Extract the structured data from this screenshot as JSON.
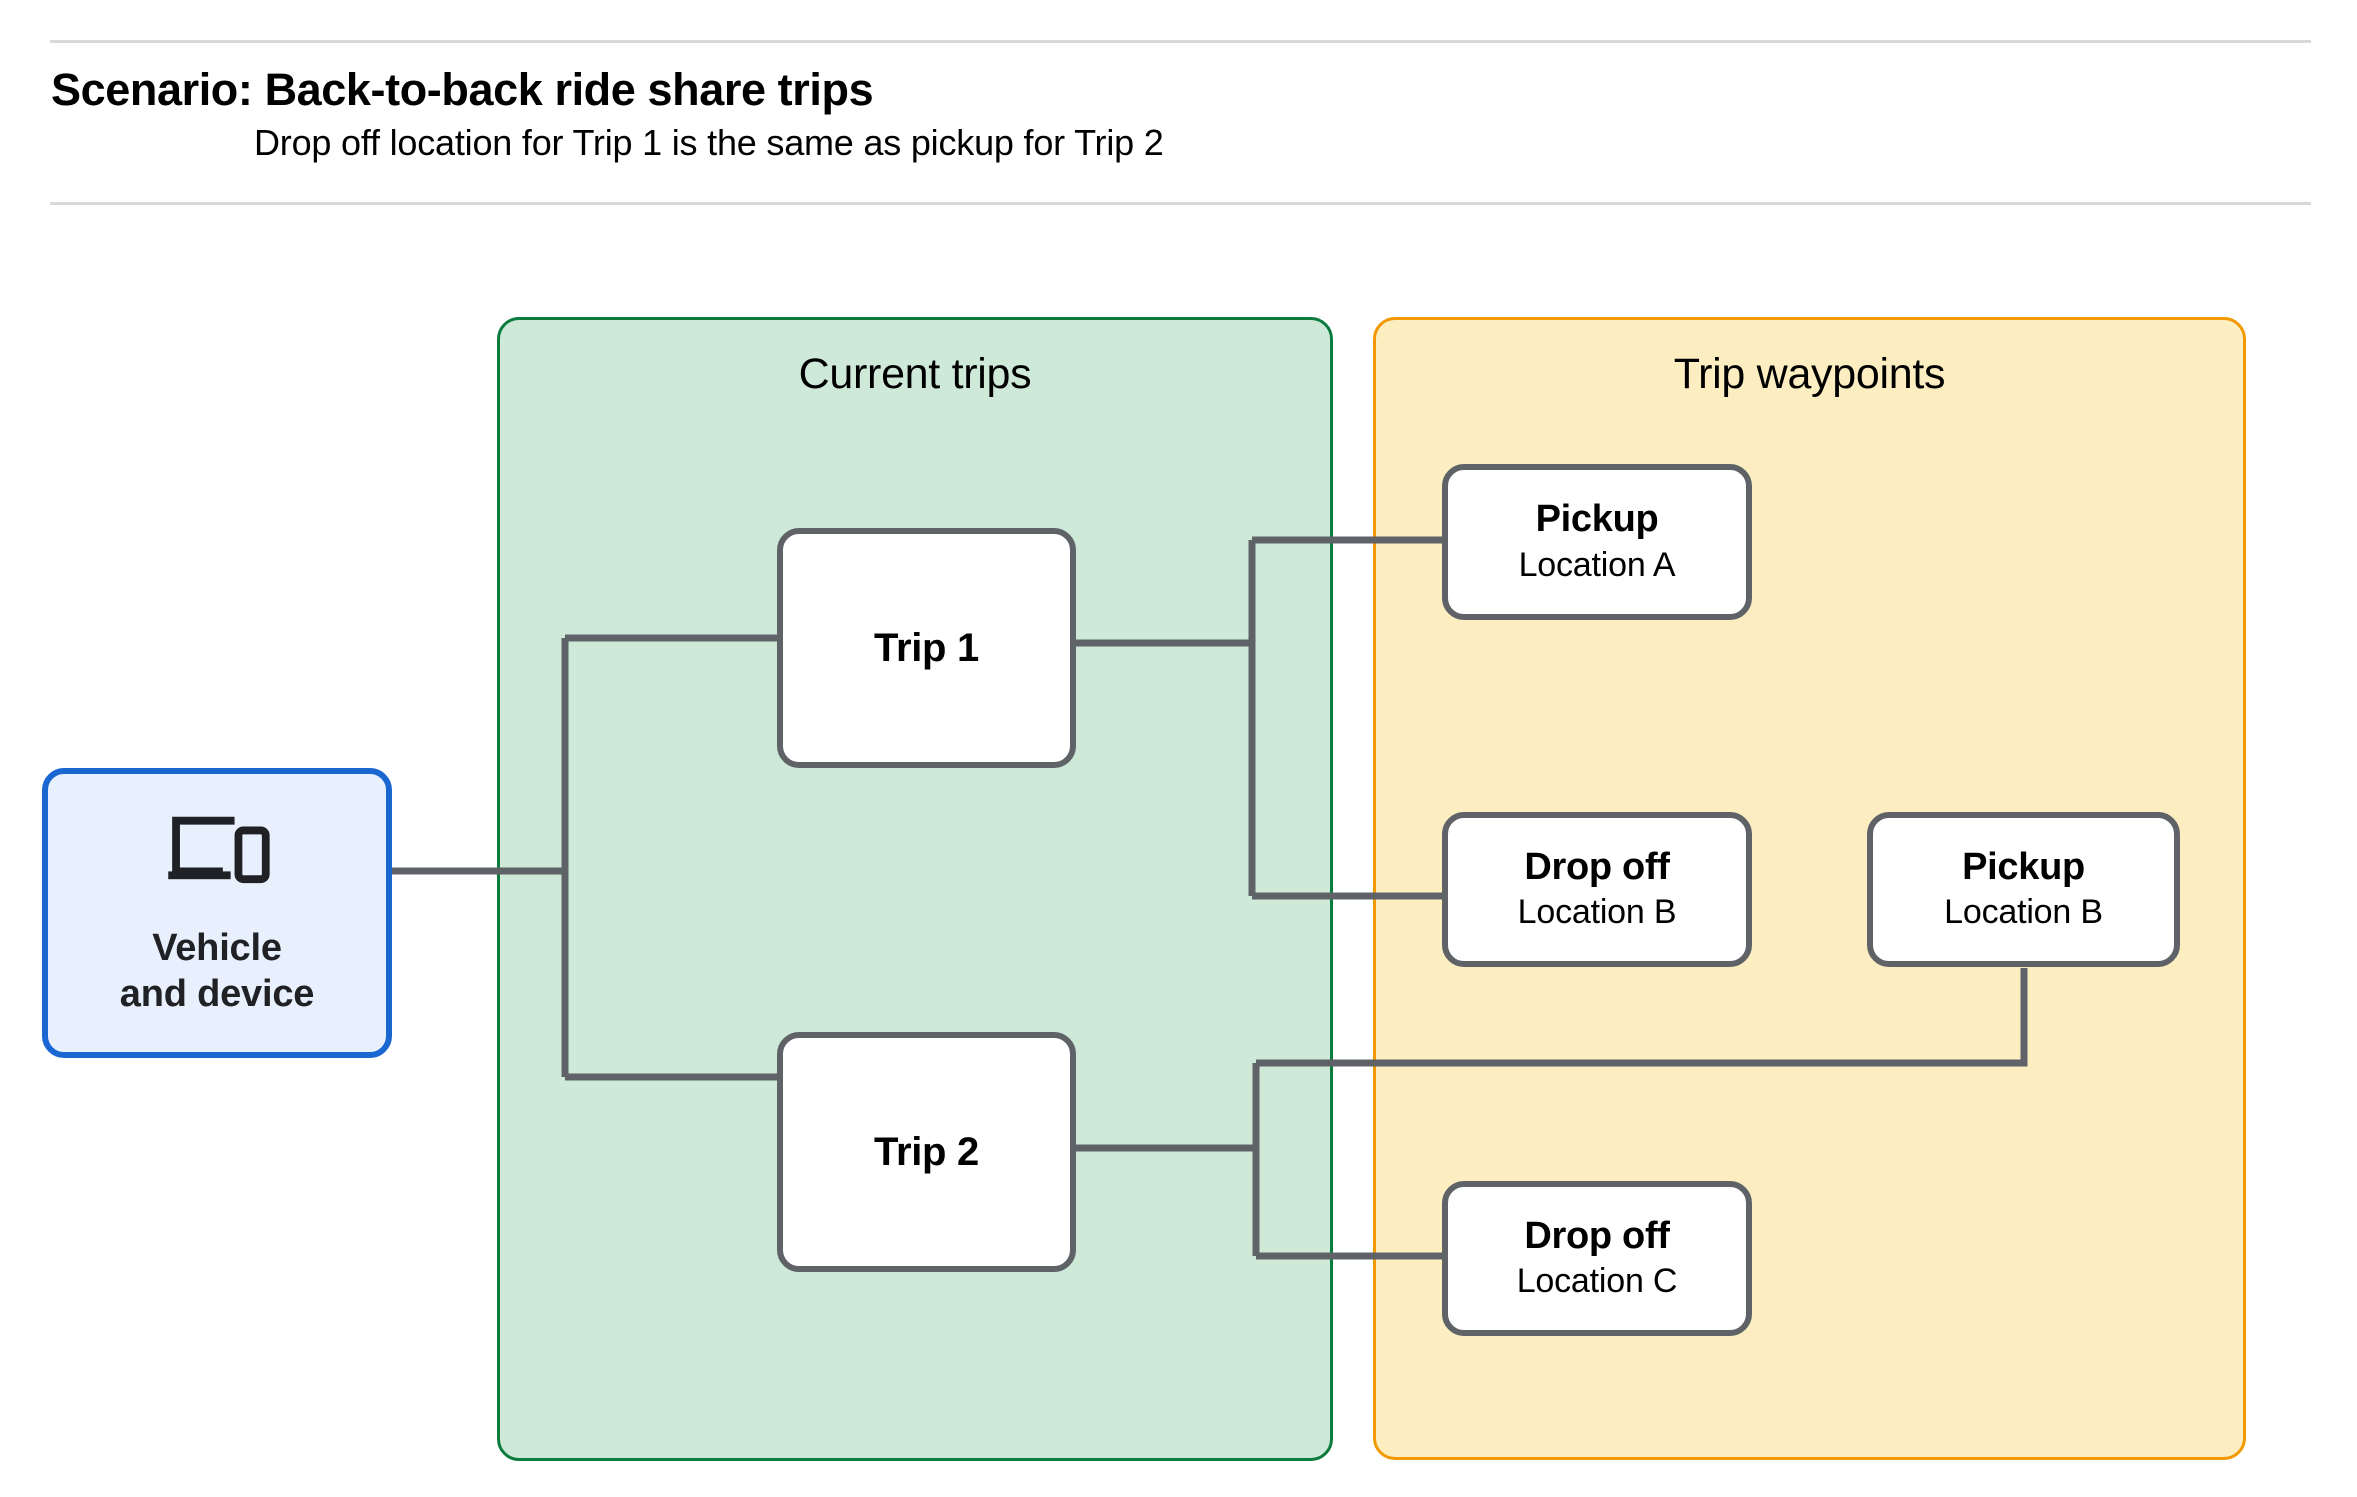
{
  "header": {
    "title": "Scenario: Back-to-back ride share trips",
    "subtitle": "Drop off  location for Trip 1 is the same as pickup for Trip 2"
  },
  "panels": {
    "current_trips": {
      "title": "Current trips"
    },
    "trip_waypoints": {
      "title": "Trip waypoints"
    }
  },
  "vehicle": {
    "icon": "devices-icon",
    "label_line1": "Vehicle",
    "label_line2": "and device"
  },
  "trips": [
    {
      "name": "Trip 1"
    },
    {
      "name": "Trip 2"
    }
  ],
  "waypoints": [
    {
      "type": "Pickup",
      "location": "Location A"
    },
    {
      "type": "Drop off",
      "location": "Location B"
    },
    {
      "type": "Pickup",
      "location": "Location B"
    },
    {
      "type": "Drop off",
      "location": "Location C"
    }
  ],
  "colors": {
    "current_trips_fill": "#cfe9d8",
    "current_trips_border": "#0c7b3e",
    "trip_waypoints_fill": "#fdeec2",
    "trip_waypoints_border": "#f29900",
    "vehicle_fill": "#e8f0fe",
    "vehicle_border": "#1a67d2",
    "node_border": "#5f6368",
    "connector": "#5f6368",
    "rule": "#d9d9d9"
  }
}
